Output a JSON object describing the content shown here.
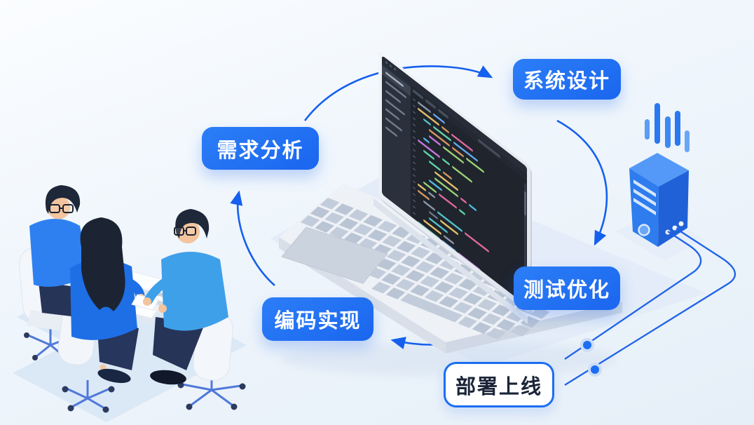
{
  "flow_steps": [
    {
      "id": "requirements",
      "label": "需求分析",
      "style": "solid"
    },
    {
      "id": "design",
      "label": "系统设计",
      "style": "solid"
    },
    {
      "id": "testing",
      "label": "测试优化",
      "style": "solid"
    },
    {
      "id": "coding",
      "label": "编码实现",
      "style": "solid"
    },
    {
      "id": "deploy",
      "label": "部署上线",
      "style": "outline"
    }
  ],
  "flow_arrows": [
    {
      "from": "requirements",
      "to": "design"
    },
    {
      "from": "design",
      "to": "testing"
    },
    {
      "from": "testing",
      "to": "coding"
    },
    {
      "from": "coding",
      "to": "requirements"
    },
    {
      "from": "server",
      "to": "deploy",
      "type": "cable"
    }
  ],
  "icons": [
    "signal-bars-icon",
    "server-icon",
    "laptop-icon",
    "team-meeting-icon"
  ],
  "colors": {
    "primary_blue": "#1b6ef3",
    "arrow_blue": "#1560ee",
    "label_text": "#ffffff",
    "outline_label_text": "#1b2437",
    "server_front": "#2e7cee",
    "server_side": "#2161d8",
    "server_top": "#5499f7",
    "platform": "#dde9f7",
    "editor_bg": "#1f242d",
    "laptop_body": "#eef1f6",
    "key_fill": "#b9c4d4",
    "shirt_blue": "#2e80f1",
    "shirt_light_blue": "#3fa0ea",
    "hair_dark": "#1e2838",
    "skin": "#f3c49d"
  },
  "illustration": {
    "code_palette": [
      "#5fd3a6",
      "#52b9e0",
      "#c678dd",
      "#e0689e",
      "#62a9ef",
      "#9ad174",
      "#d6985f",
      "#e3c06b",
      "#55c0c9",
      "#8e98ab",
      "#6b7689"
    ],
    "key_fill_a": "#b9c4d4",
    "key_fill_b": "#c2ccdb",
    "sidebar_item_widths": [
      26,
      30,
      22,
      28,
      20,
      24,
      17
    ],
    "code_indents": [
      0,
      0,
      1,
      2,
      2,
      1,
      0,
      1,
      2,
      3,
      3,
      2,
      1,
      0,
      0,
      1,
      2,
      2,
      1,
      0
    ]
  }
}
